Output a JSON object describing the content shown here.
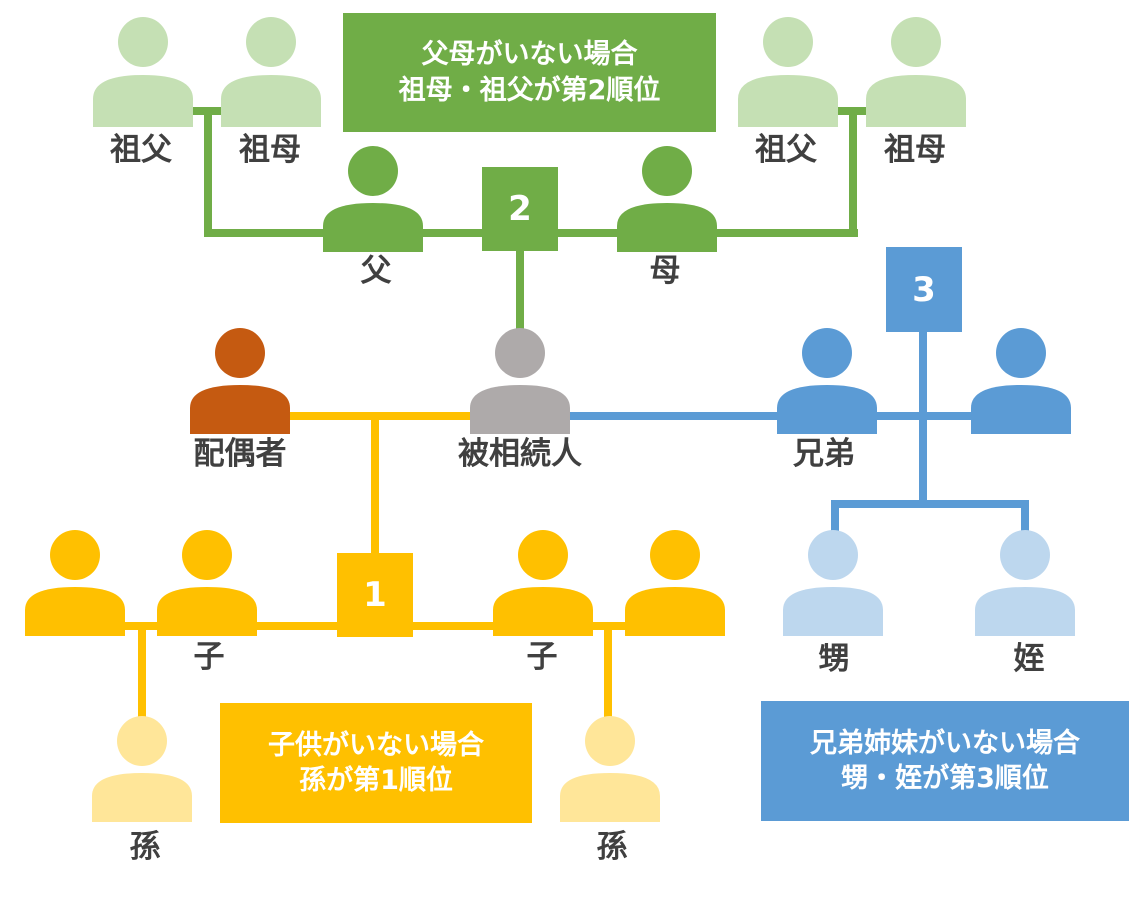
{
  "colors": {
    "green": "#70AD47",
    "light_green": "#C5E0B4",
    "gold": "#FFC000",
    "light_gold": "#FFE699",
    "blue": "#5B9BD5",
    "light_blue": "#BDD7EE",
    "orange": "#C55A11",
    "gray": "#AEAAAA",
    "text": "#404040"
  },
  "labels": {
    "grandfather_left": "祖父",
    "grandmother_left": "祖母",
    "grandfather_right": "祖父",
    "grandmother_right": "祖母",
    "father": "父",
    "mother": "母",
    "spouse": "配偶者",
    "deceased": "被相続人",
    "sibling": "兄弟",
    "child_left": "子",
    "child_right": "子",
    "grandchild_left": "孫",
    "grandchild_right": "孫",
    "nephew": "甥",
    "niece": "姪"
  },
  "rank_boxes": {
    "first": "1",
    "second": "2",
    "third": "3"
  },
  "notes": {
    "parents": {
      "line1": "父母がいない場合",
      "line2": "祖母・祖父が第2順位"
    },
    "children": {
      "line1": "子供がいない場合",
      "line2": "孫が第1順位"
    },
    "siblings": {
      "line1": "兄弟姉妹がいない場合",
      "line2": "甥・姪が第3順位"
    }
  }
}
